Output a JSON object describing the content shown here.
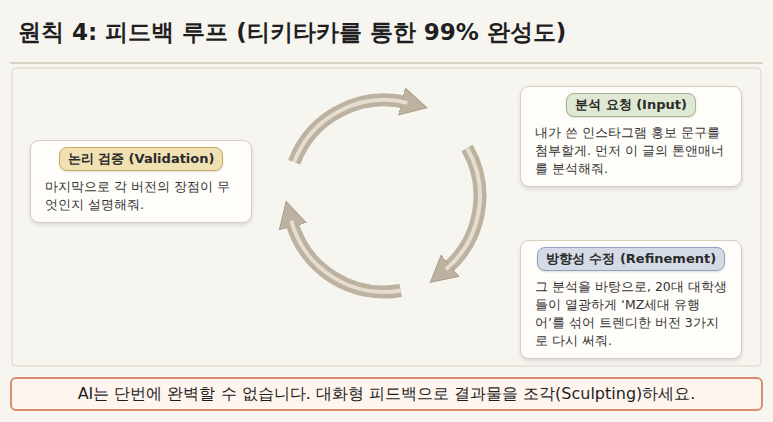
{
  "diagram": {
    "title": "원칙 4: 피드백 루프 (티키타카를 통한 99% 완성도)",
    "caption": "AI는 단번에 완벽할 수 없습니다. 대화형 피드백으로 결과물을 조각(Sculpting)하세요.",
    "nodes": [
      {
        "text": [
          "분석 요청 (Input)",
          "내가 쓴 인스타그램 홍보 문구를 첨부할게. 먼저 이 글의 톤앤매너를 분석해줘."
        ]
      },
      {
        "text": [
          "방향성 수정 (Refinement)",
          "그 분석을 바탕으로, 20대 대학생들이 열광하게 ‘MZ세대 유행어’를 섞어 트렌디한 버전 3가지로 다시 써줘."
        ]
      },
      {
        "text": [
          "논리 검증 (Validation)",
          "마지막으로 각 버전의 장점이 무엇인지 설명해줘."
        ]
      }
    ]
  }
}
